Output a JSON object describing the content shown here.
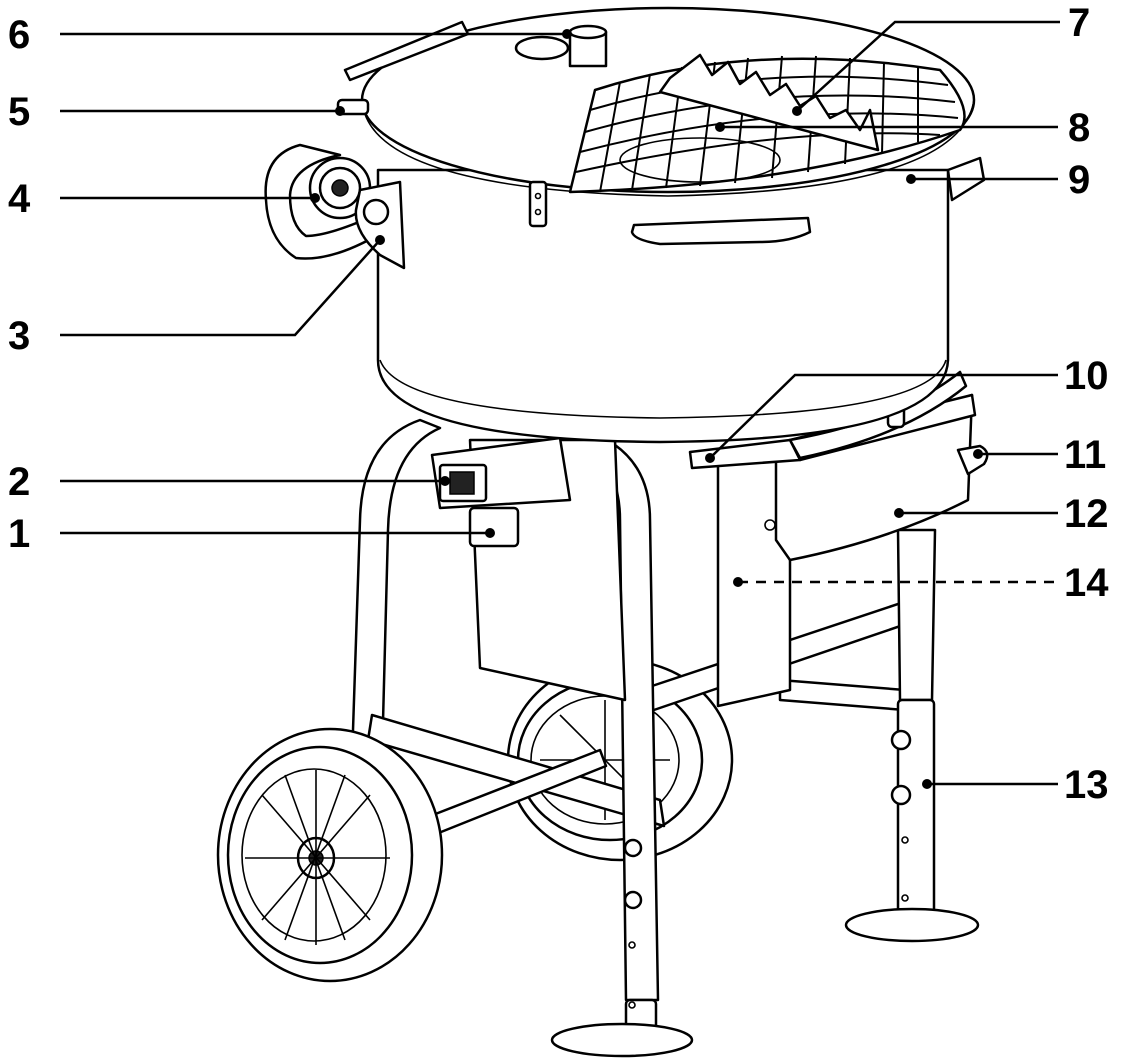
{
  "diagram": {
    "callouts": [
      {
        "number": "1"
      },
      {
        "number": "2"
      },
      {
        "number": "3"
      },
      {
        "number": "4"
      },
      {
        "number": "5"
      },
      {
        "number": "6"
      },
      {
        "number": "7"
      },
      {
        "number": "8"
      },
      {
        "number": "9"
      },
      {
        "number": "10"
      },
      {
        "number": "11"
      },
      {
        "number": "12"
      },
      {
        "number": "13"
      },
      {
        "number": "14"
      }
    ]
  },
  "colors": {
    "line": "#000000",
    "background": "#ffffff"
  }
}
